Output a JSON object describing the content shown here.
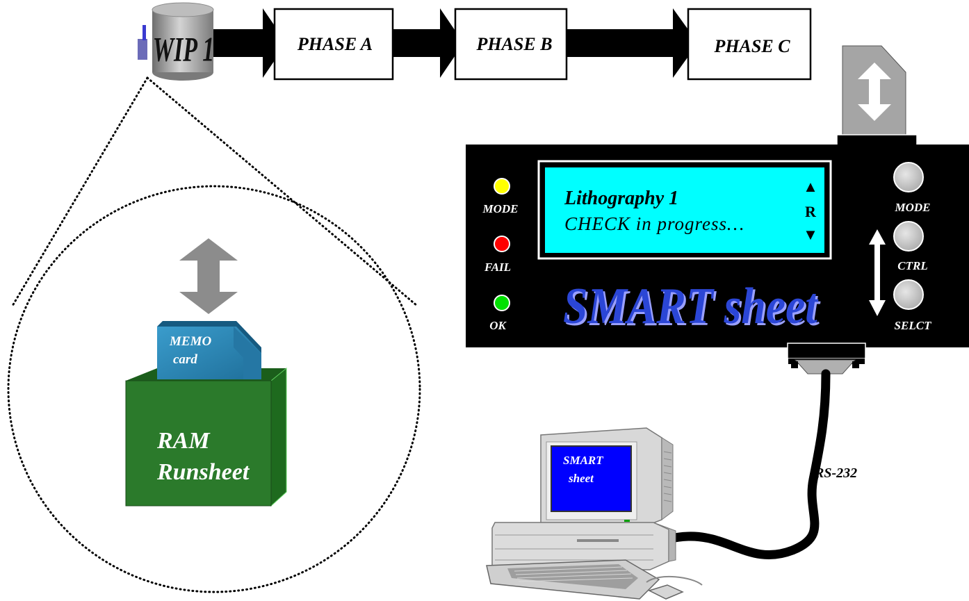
{
  "flow": {
    "wip_label": "WIP 1",
    "phases": [
      "PHASE A",
      "PHASE B",
      "PHASE C"
    ]
  },
  "memory": {
    "card_line1": "MEMO",
    "card_line2": "card",
    "ram_line1": "RAM",
    "ram_line2": "Runsheet"
  },
  "device": {
    "display_line1": "Lithography 1",
    "display_line2": "CHECK in progress…",
    "scroll_up": "▲",
    "scroll_indicator": "R",
    "scroll_down": "▼",
    "brand_name": "SMART sheet",
    "leds": [
      {
        "label": "MODE",
        "color": "#ffff00"
      },
      {
        "label": "FAIL",
        "color": "#ff0000"
      },
      {
        "label": "OK",
        "color": "#00e000"
      }
    ],
    "buttons": [
      "MODE",
      "CTRL",
      "SELCT"
    ],
    "display_color": "#00ffff",
    "body_color": "#000000"
  },
  "computer": {
    "screen_line1": "SMART",
    "screen_line2": "sheet",
    "screen_color": "#0000ff"
  },
  "link": {
    "label": "RS-232"
  }
}
